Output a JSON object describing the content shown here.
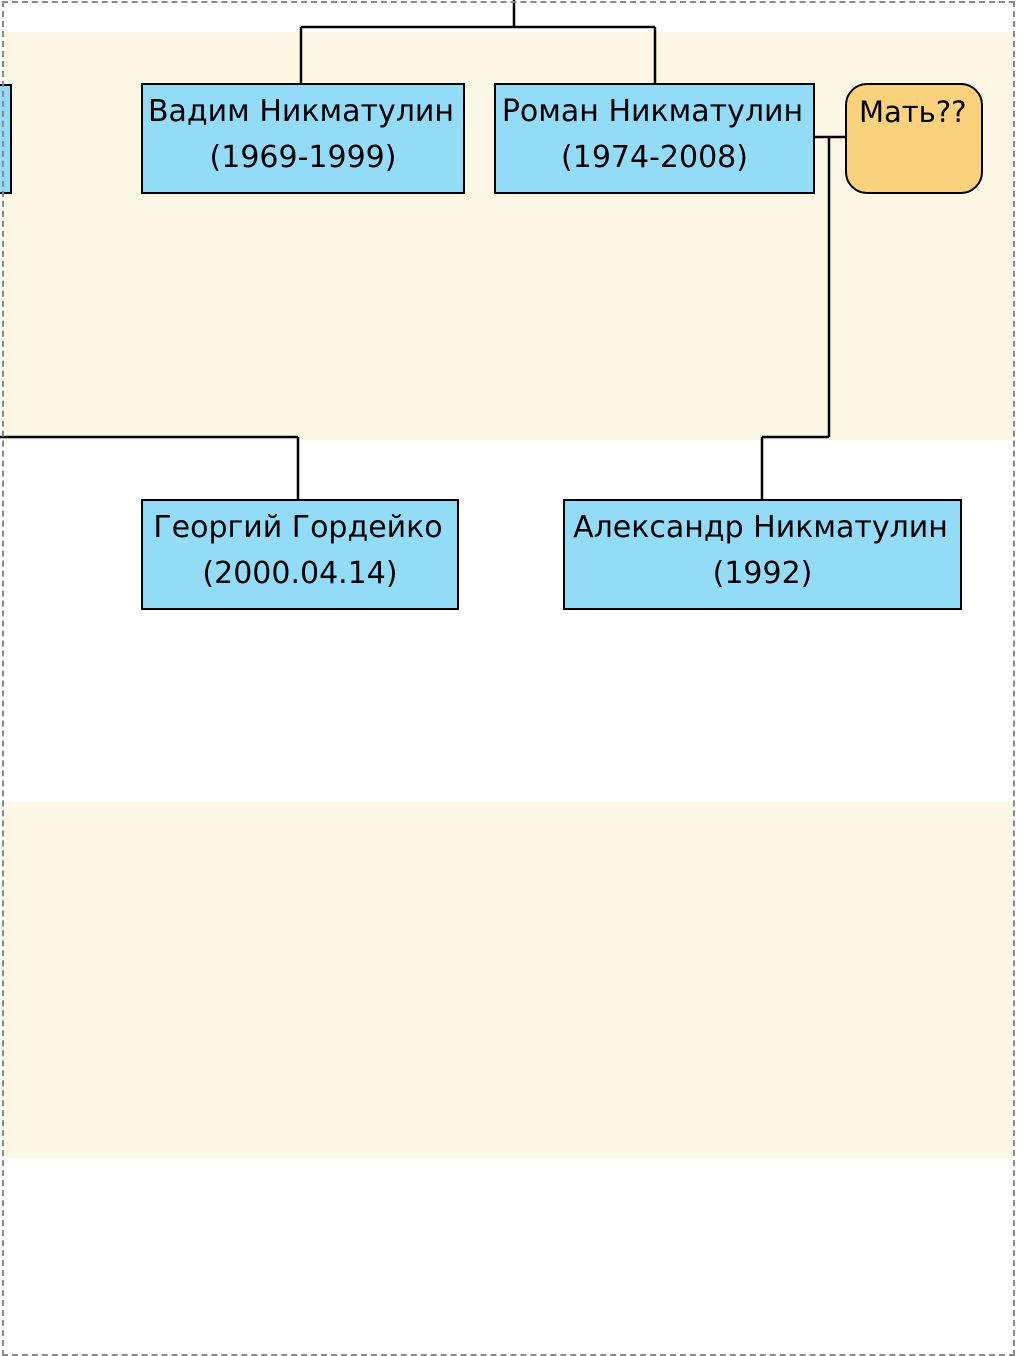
{
  "colors": {
    "person_fill": "#93dcf7",
    "unknown_fill": "#fbd27c",
    "band_fill": "#fdf7e5",
    "line": "#000000",
    "frame": "#8a8a8a"
  },
  "nodes": {
    "vadim": {
      "name": "Вадим Никматулин",
      "dates": "(1969-1999)"
    },
    "roman": {
      "name": "Роман Никматулин",
      "dates": "(1974-2008)"
    },
    "mother": {
      "name": "Мать??"
    },
    "georgiy": {
      "name": "Георгий Гордейко",
      "dates": "(2000.04.14)"
    },
    "aleksandr": {
      "name": "Александр Никматулин",
      "dates": "(1992)"
    }
  }
}
